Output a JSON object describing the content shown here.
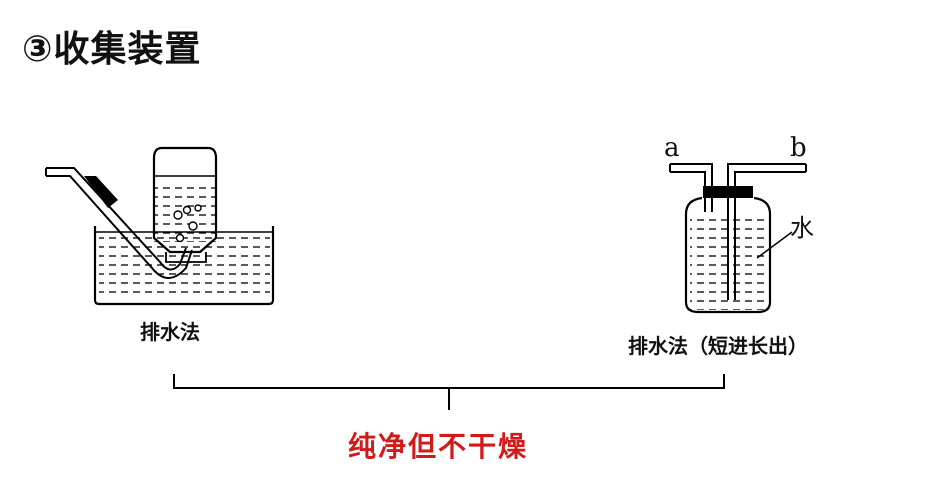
{
  "title": "③收集装置",
  "left_apparatus": {
    "label": "排水法"
  },
  "right_apparatus": {
    "label": "排水法（短进长出）",
    "port_a": "a",
    "port_b": "b",
    "water_label": "水"
  },
  "conclusion": "纯净但不干燥",
  "colors": {
    "text": "#111111",
    "conclusion": "#d11a1a",
    "line": "#000000"
  }
}
